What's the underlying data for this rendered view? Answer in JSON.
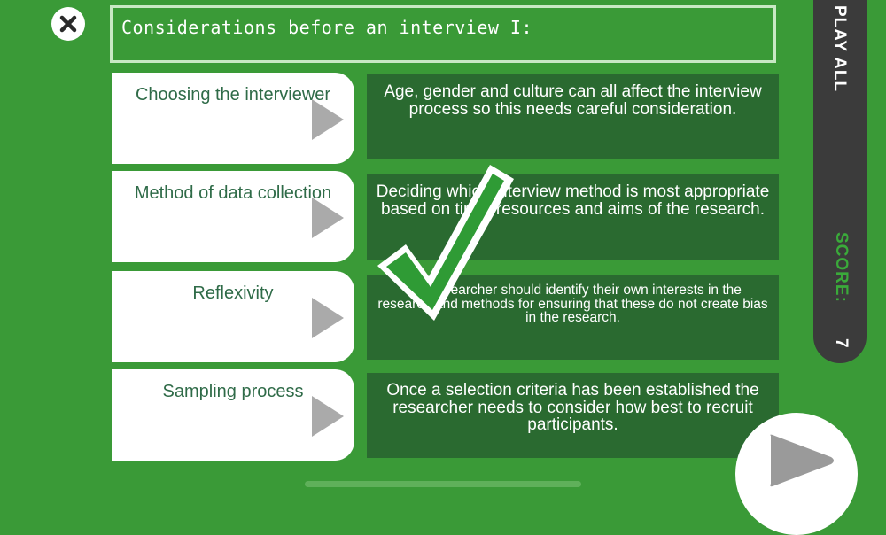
{
  "header": {
    "title": "Considerations before an interview I:"
  },
  "rows": [
    {
      "label": "Choosing the interviewer",
      "answer": "Age, gender and culture can all affect the interview process so this needs careful consideration."
    },
    {
      "label": "Method of data collection",
      "answer": "Deciding which interview method is most appropriate based on time, resources and aims of the research."
    },
    {
      "label": "Reflexivity",
      "answer": "The researcher should identify their own interests in the research and methods for ensuring that these do not create bias in the research."
    },
    {
      "label": "Sampling process",
      "answer": "Once a selection criteria has been established the researcher needs to consider how best to recruit participants."
    }
  ],
  "side_panel": {
    "play_all": "PLAY ALL",
    "score_label": "SCORE:",
    "score_value": "7"
  },
  "icons": {
    "close": "close-icon",
    "row_play": "play-triangle-icon",
    "main_play": "play-icon",
    "check": "checkmark-icon"
  },
  "colors": {
    "background": "#3a9a37",
    "answer_box": "#2a6a30",
    "score_label": "#3aaa3a",
    "card_text": "#2f6b48"
  }
}
